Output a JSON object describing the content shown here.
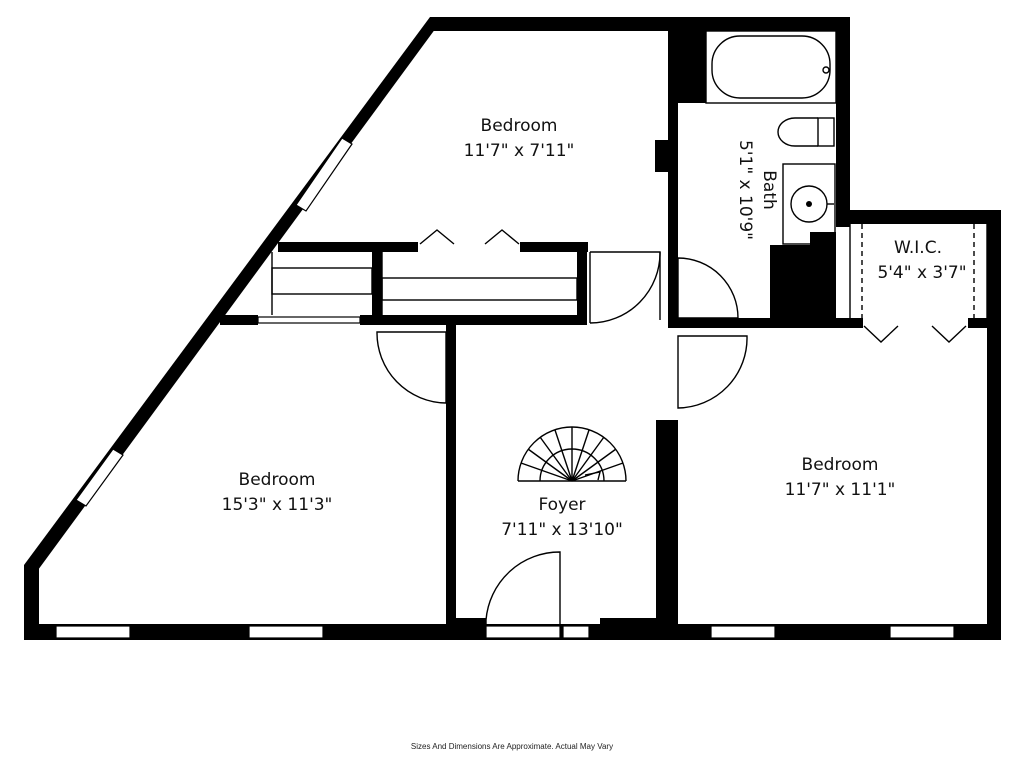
{
  "rooms": {
    "bedroom_top": {
      "name": "Bedroom",
      "dims": "11'7\" x 7'11\""
    },
    "bath": {
      "name": "Bath",
      "dims": "5'1\" x 10'9\""
    },
    "wic": {
      "name": "W.I.C.",
      "dims": "5'4\" x 3'7\""
    },
    "bedroom_left": {
      "name": "Bedroom",
      "dims": "15'3\" x 11'3\""
    },
    "foyer": {
      "name": "Foyer",
      "dims": "7'11\" x 13'10\""
    },
    "bedroom_right": {
      "name": "Bedroom",
      "dims": "11'7\" x 11'1\""
    }
  },
  "footer": {
    "disclaimer": "Sizes And Dimensions Are Approximate. Actual May Vary"
  },
  "colors": {
    "wall": "#000000",
    "background": "#ffffff"
  }
}
